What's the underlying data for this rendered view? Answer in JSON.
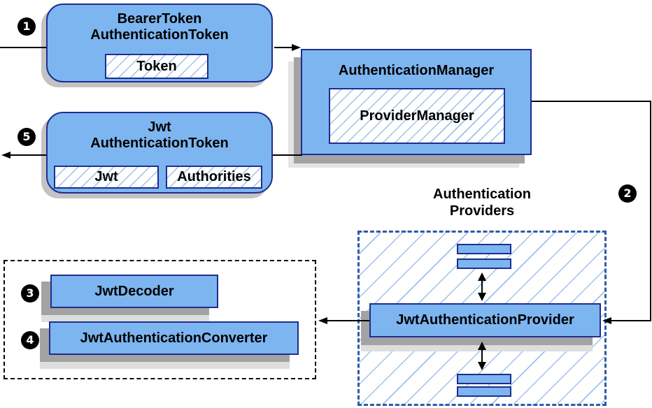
{
  "diagram": {
    "type": "flow-diagram",
    "subject": "JWT bearer token authentication flow"
  },
  "colors": {
    "node_fill": "#7db5f0",
    "node_border": "#1f2d8f",
    "hatch_line": "#9cc2ea",
    "providers_group_border": "#2e5aa8",
    "support_group_border": "#000000",
    "shadow_dark": "#a3a3a3",
    "shadow_light": "#e4e4e4",
    "connector": "#000000",
    "badge_background": "#000000",
    "badge_text": "#ffffff",
    "background": "#ffffff"
  },
  "steps": [
    "1",
    "2",
    "3",
    "4",
    "5"
  ],
  "nodes": {
    "bearer_token": {
      "line1": "BearerToken",
      "line2": "AuthenticationToken",
      "chips": [
        "Token"
      ]
    },
    "authentication_manager": {
      "title": "AuthenticationManager",
      "chips": [
        "ProviderManager"
      ]
    },
    "jwt_authentication_token": {
      "line1": "Jwt",
      "line2": "AuthenticationToken",
      "chips": [
        "Jwt",
        "Authorities"
      ]
    },
    "authentication_providers": {
      "line1": "Authentication",
      "line2": "Providers"
    },
    "jwt_authentication_provider": {
      "title": "JwtAuthenticationProvider"
    },
    "jwt_decoder": {
      "title": "JwtDecoder"
    },
    "jwt_authentication_converter": {
      "title": "JwtAuthenticationConverter"
    }
  }
}
